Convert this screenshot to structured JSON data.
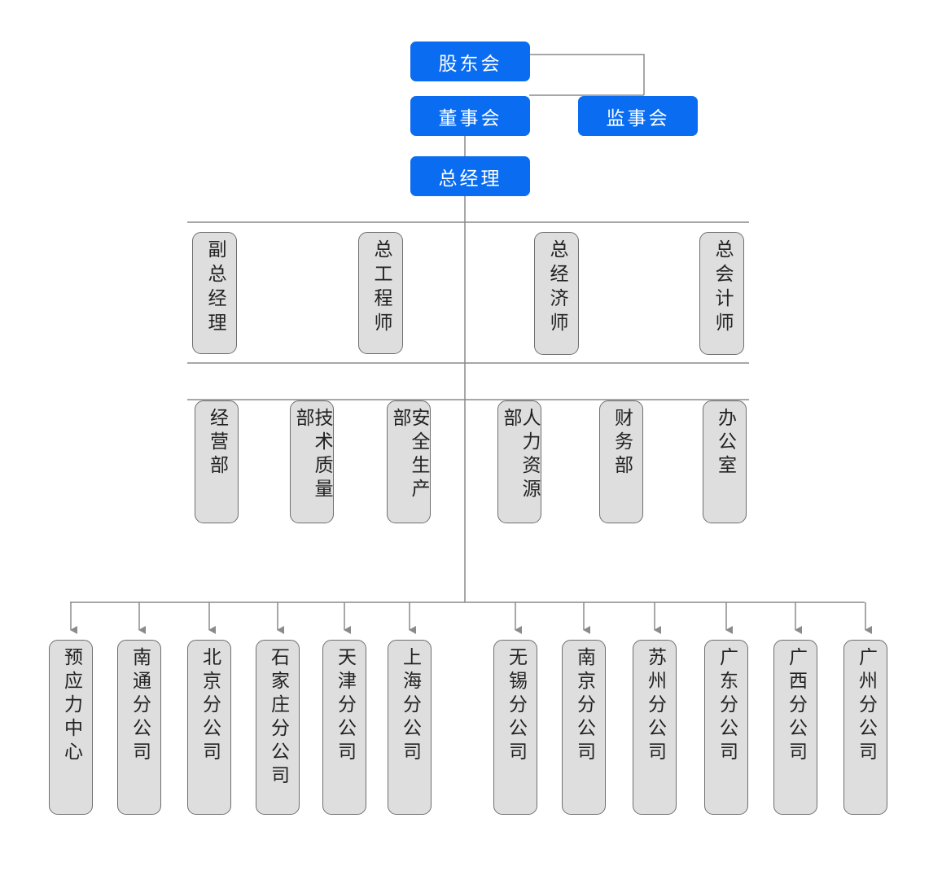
{
  "leadership": {
    "shareholders": "股东会",
    "board": "董事会",
    "supervisors": "监事会",
    "general_manager": "总经理"
  },
  "executives": [
    "副总经理",
    "总工程师",
    "总经济师",
    "总会计师"
  ],
  "departments": [
    "经营部",
    "技术质量部",
    "安全生产部",
    "人力资源部",
    "财务部",
    "办公室"
  ],
  "branches": [
    "预应力中心",
    "南通分公司",
    "北京分公司",
    "石家庄分公司",
    "天津分公司",
    "上海分公司",
    "无锡分公司",
    "南京分公司",
    "苏州分公司",
    "广东分公司",
    "广西分公司",
    "广州分公司"
  ],
  "colors": {
    "top_box": "#0a6cf0",
    "role_box": "#dedede",
    "line": "#8a8a8a"
  }
}
